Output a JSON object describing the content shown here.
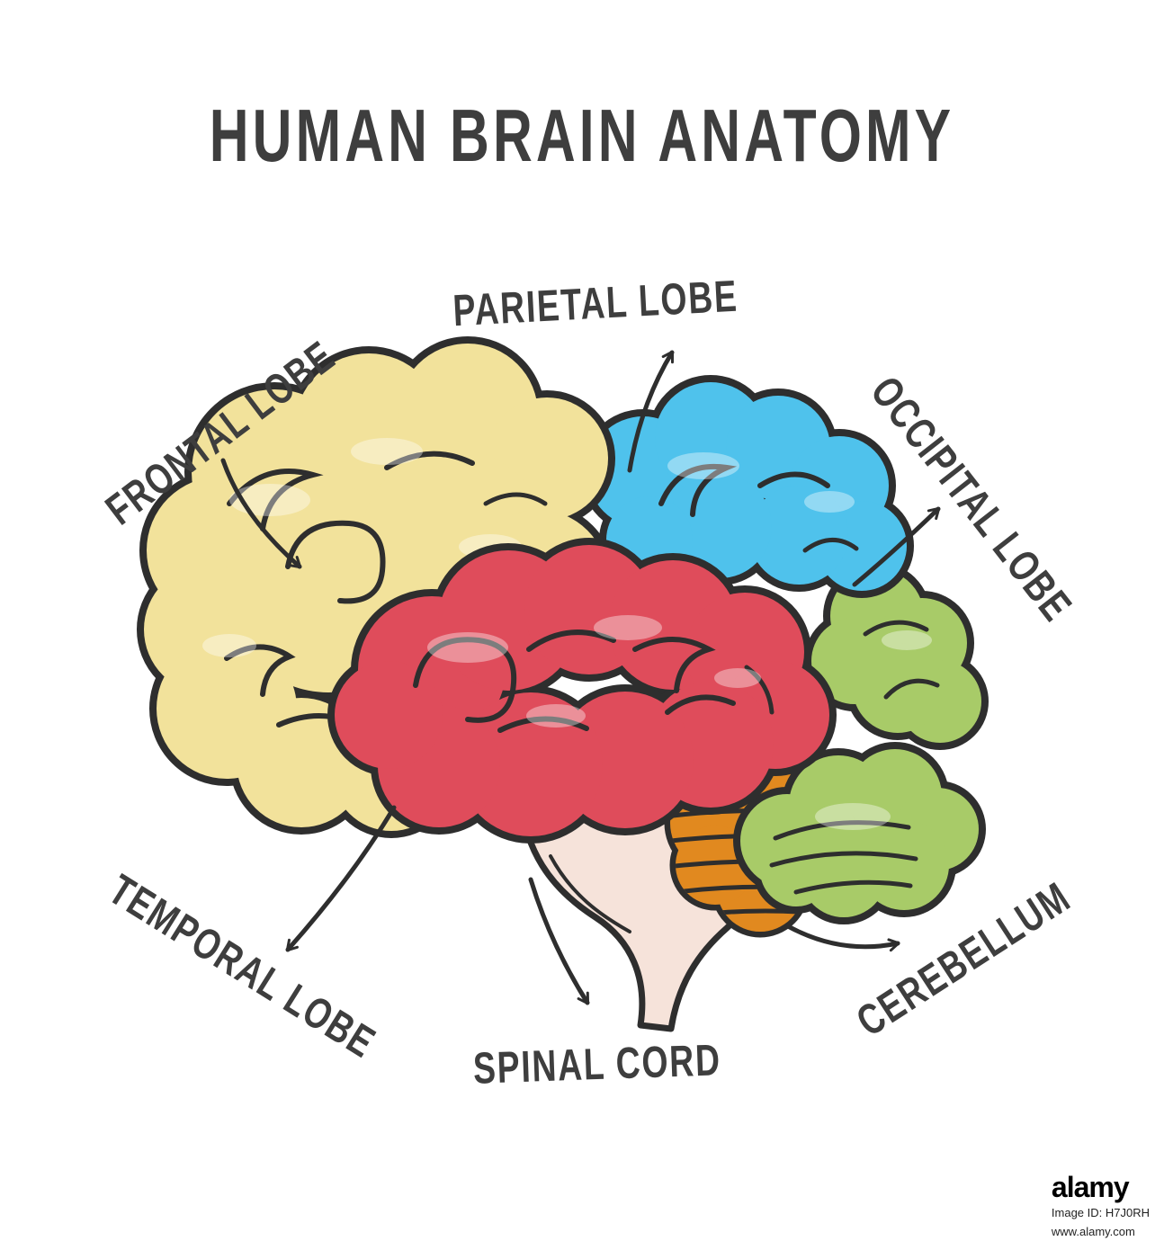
{
  "title": "HUMAN BRAIN ANATOMY",
  "labels": {
    "frontal": "FRONTAL LOBE",
    "parietal": "PARIETAL LOBE",
    "occipital": "OCCIPITAL LOBE",
    "temporal": "TEMPORAL LOBE",
    "spinal": "SPINAL CORD",
    "cerebellum": "CEREBELLUM"
  },
  "colors": {
    "frontal": "#F2E29B",
    "parietal": "#4FC2EC",
    "occipital": "#A8CB68",
    "temporal": "#DF4C5B",
    "cerebellum": "#A8CB68",
    "brainstem": "#E1891F",
    "spinal_cord": "#F6E3DA",
    "ink": "#2E2E2E",
    "text": "#3E3E3E"
  },
  "watermark": {
    "brand": "alamy",
    "image_id": "Image ID: H7J0RH",
    "url": "www.alamy.com"
  }
}
